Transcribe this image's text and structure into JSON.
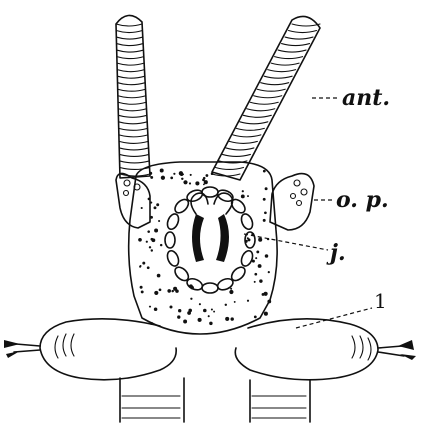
{
  "figure": {
    "labels": {
      "antenna": "ant.",
      "oral_papilla": "o. p.",
      "jaw": "j.",
      "leg_number": "1"
    }
  }
}
